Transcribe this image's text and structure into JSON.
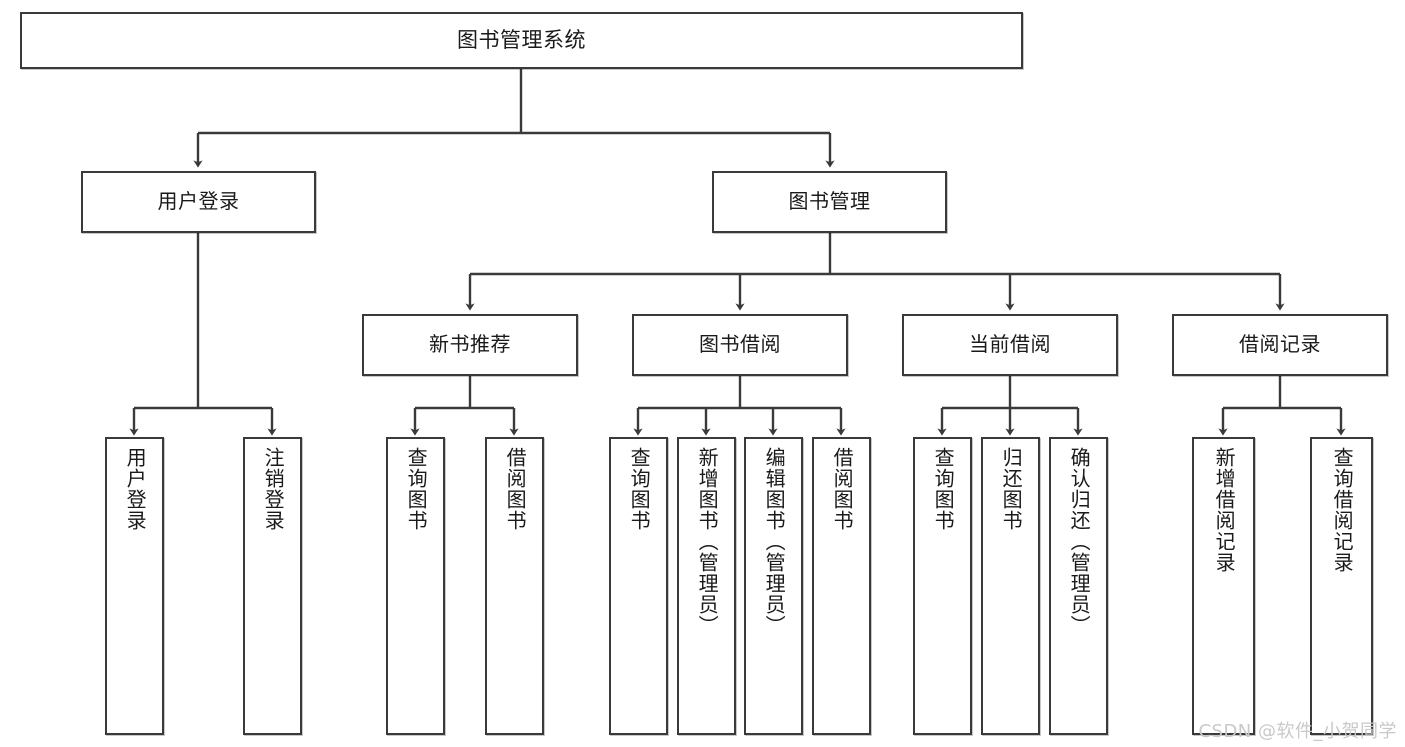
{
  "diagram": {
    "title": "图书管理系统",
    "type": "tree-hierarchy",
    "watermark": "CSDN @软件_小贺同学",
    "stroke_color": "#3a3a3a",
    "fill_color": "#ffffff",
    "text_color": "#1a1a1a"
  },
  "nodes": {
    "root": {
      "label": "图书管理系统"
    },
    "level2": [
      {
        "label": "用户登录"
      },
      {
        "label": "图书管理"
      }
    ],
    "level3": [
      {
        "label": "新书推荐"
      },
      {
        "label": "图书借阅"
      },
      {
        "label": "当前借阅"
      },
      {
        "label": "借阅记录"
      }
    ],
    "leaves": {
      "user_login": [
        {
          "label": "用户登录"
        },
        {
          "label": "注销登录"
        }
      ],
      "new_book_recommend": [
        {
          "label": "查询图书"
        },
        {
          "label": "借阅图书"
        }
      ],
      "book_borrow": [
        {
          "label": "查询图书"
        },
        {
          "label": "新增图书（管理员）"
        },
        {
          "label": "编辑图书（管理员）"
        },
        {
          "label": "借阅图书"
        }
      ],
      "current_borrow": [
        {
          "label": "查询图书"
        },
        {
          "label": "归还图书"
        },
        {
          "label": "确认归还（管理员）"
        }
      ],
      "borrow_record": [
        {
          "label": "新增借阅记录"
        },
        {
          "label": "查询借阅记录"
        }
      ]
    }
  }
}
